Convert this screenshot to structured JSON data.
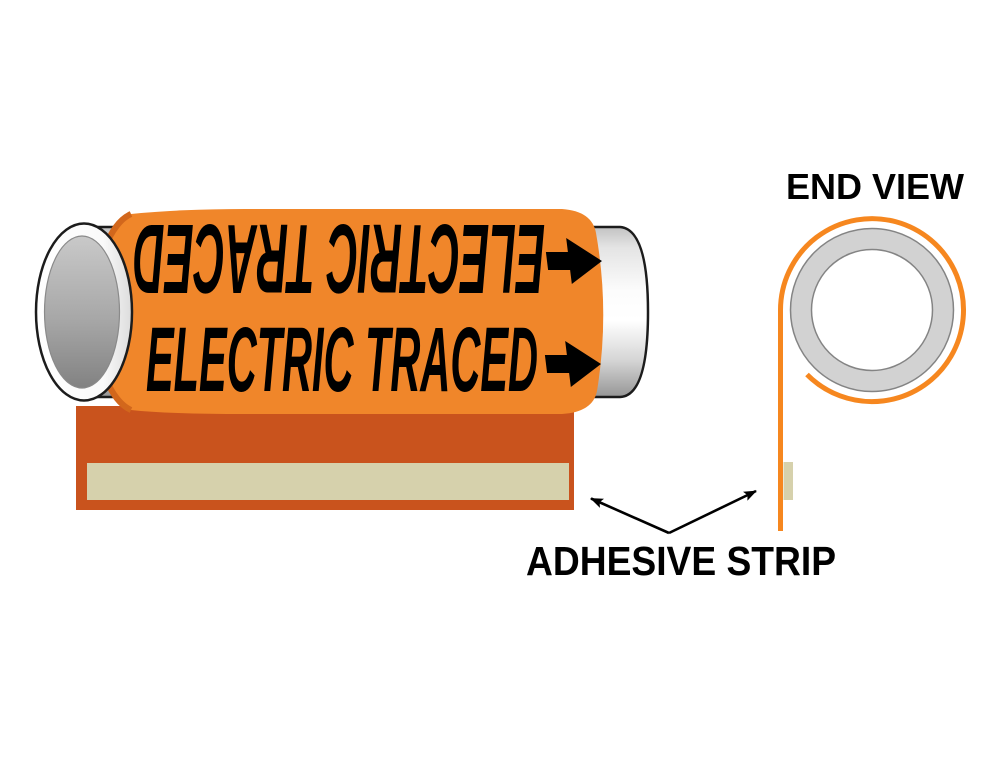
{
  "diagram": {
    "pipe_label": {
      "text_top": "ELECTRIC TRACED",
      "text_bottom": "ELECTRIC TRACED"
    },
    "end_view": {
      "title": "END VIEW"
    },
    "annotations": {
      "adhesive_strip": "ADHESIVE STRIP"
    },
    "colors": {
      "label_orange": "#F0862A",
      "label_shadow_orange": "#D2671C",
      "strip_orange": "#C9531D",
      "adhesive_beige": "#D6D1AC",
      "coil_orange": "#F6871F",
      "ring_gray": "#D2D2D2",
      "ring_outline_gray": "#848484",
      "pipe_outline": "#1C1C1C",
      "text_black": "#000000"
    }
  }
}
